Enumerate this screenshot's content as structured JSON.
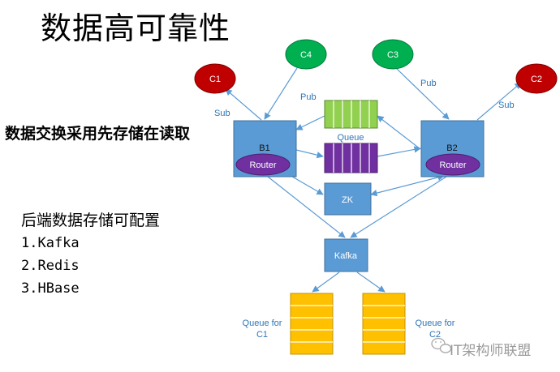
{
  "title": "数据高可靠性",
  "left_text": {
    "heading": "数据交换采用先存储在读取",
    "config_heading": "后端数据存储可配置",
    "items": [
      "1.Kafka",
      "2.Redis",
      "3.HBase"
    ]
  },
  "diagram": {
    "nodes": {
      "c1": "C1",
      "c2": "C2",
      "c3": "C3",
      "c4": "C4",
      "b1": "B1",
      "b2": "B2",
      "router1": "Router",
      "router2": "Router",
      "zk": "ZK",
      "kafka": "Kafka",
      "queue": "Queue",
      "queue_for_c1": [
        "Queue for",
        "C1"
      ],
      "queue_for_c2": [
        "Queue for",
        "C2"
      ]
    },
    "edge_labels": {
      "sub_left": "Sub",
      "pub_left": "Pub",
      "pub_right": "Pub",
      "sub_right": "Sub"
    },
    "colors": {
      "client_red": "#c00000",
      "client_green": "#00b050",
      "broker_blue": "#5b9bd5",
      "router_purple": "#7030a0",
      "queue_green": "#92d050",
      "queue_yellow": "#ffc000",
      "arrow": "#5b9bd5",
      "label_blue": "#2e75b6"
    }
  },
  "watermark": "IT架构师联盟"
}
